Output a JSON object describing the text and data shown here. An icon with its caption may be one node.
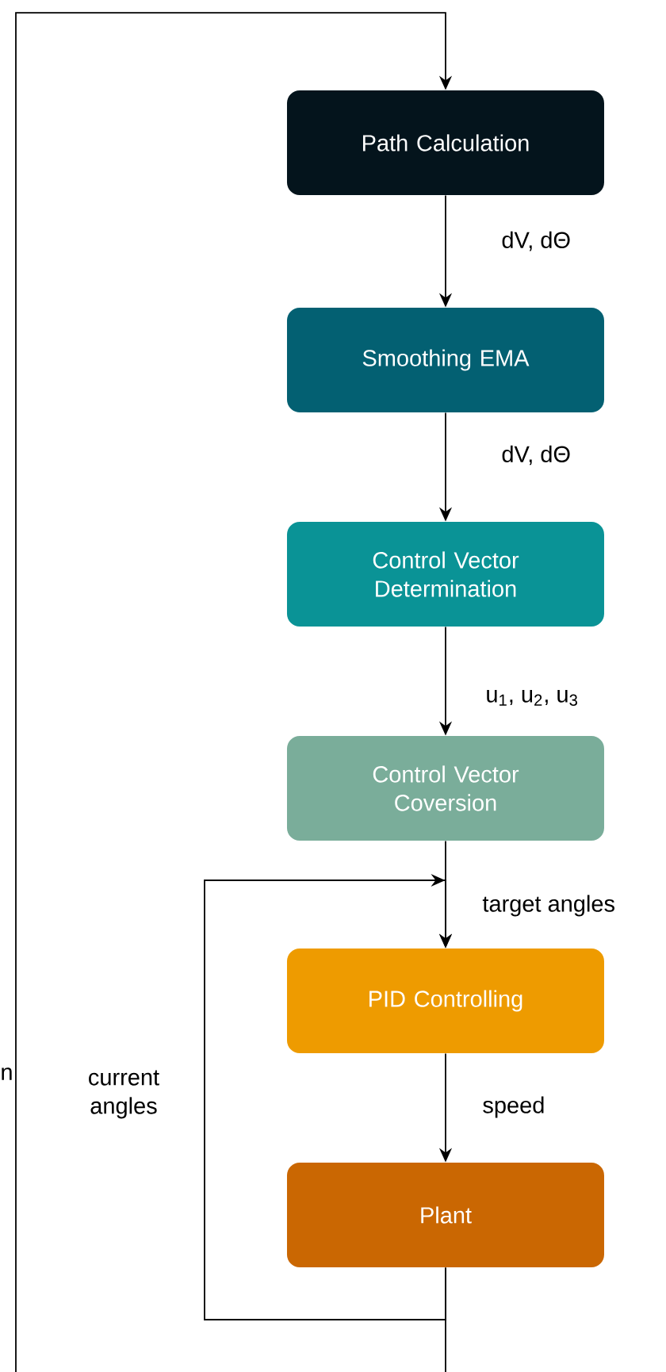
{
  "diagram": {
    "nodes": [
      {
        "text": [
          "Path Calculation"
        ]
      },
      {
        "text": [
          "Smoothing EMA"
        ]
      },
      {
        "text": [
          "Control Vector Determination"
        ]
      },
      {
        "text": [
          "Control Vector Coversion"
        ]
      },
      {
        "text": [
          "PID Controlling"
        ]
      },
      {
        "text": [
          "Plant"
        ]
      }
    ],
    "edges": [
      {
        "from": 0,
        "to": 1,
        "arrow": "to",
        "label": "dV, dΘ"
      },
      {
        "from": 1,
        "to": 2,
        "arrow": "to",
        "label": "dV, dΘ"
      },
      {
        "from": 2,
        "to": 3,
        "arrow": "to",
        "label": "u$_{1}$, u$_{2}$, u$_{3}$"
      },
      {
        "from": 3,
        "to": 4,
        "arrow": "to",
        "label": "target angles"
      },
      {
        "from": 4,
        "to": 5,
        "arrow": "to",
        "label": "speed"
      },
      {
        "from": 5,
        "to": 4,
        "arrow": "to",
        "label": "current angles"
      },
      {
        "from": 5,
        "to": 0,
        "arrow": "to"
      }
    ],
    "labels": [
      "n"
    ]
  }
}
